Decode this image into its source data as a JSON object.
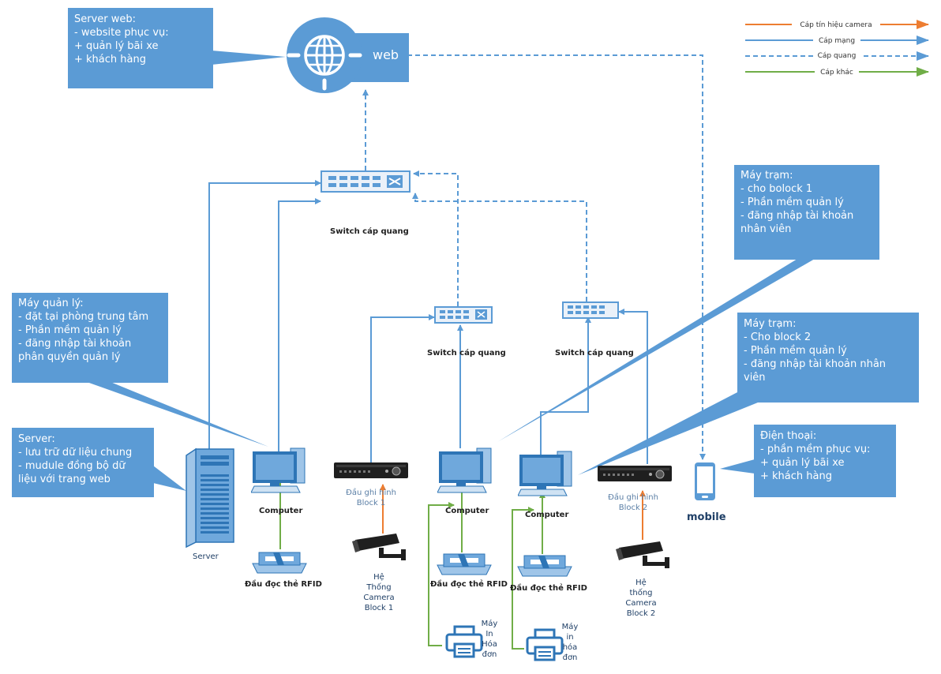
{
  "legend": {
    "camera": "Cáp tín hiệu camera",
    "network": "Cáp mạng",
    "fiber": "Cáp quang",
    "other": "Cáp khác"
  },
  "colors": {
    "callout": "#5b9bd5",
    "network": "#5b9bd5",
    "camera": "#ed7d31",
    "other": "#70ad47"
  },
  "web": {
    "label": "web"
  },
  "callouts": {
    "server_web": [
      "Server web:",
      "- website phục vụ:",
      "+  quản lý bãi xe",
      "+ khách hàng"
    ],
    "may_tram1": [
      "Máy trạm:",
      "- cho bolock 1",
      "- Phần mềm quản lý",
      "- đăng nhập tài khoản",
      "nhân viên"
    ],
    "may_quan_ly": [
      "Máy quản lý:",
      "- đặt tại phòng trung tâm",
      "- Phần mềm quản lý",
      "- đăng nhập tài khoản",
      "phân quyền quản lý"
    ],
    "may_tram2": [
      "Máy trạm:",
      "- Cho block 2",
      "- Phần mềm quản lý",
      "- đăng nhập tài khoản nhân",
      "viên"
    ],
    "server": [
      "Server:",
      "- lưu trữ dữ liệu chung",
      "- mudule đồng bộ dữ",
      "liệu với trang web"
    ],
    "dien_thoai": [
      "Điện thoại:",
      "- phần mềm phục vụ:",
      "+ quản lý bãi xe",
      "+ khách hàng"
    ]
  },
  "labels": {
    "switch_main": "Switch cáp quang",
    "switch_1": "Switch cáp quang",
    "switch_2": "Switch cáp quang",
    "server": "Server",
    "computer_1": "Computer",
    "computer_2": "Computer",
    "computer_3": "Computer",
    "mobile": "mobile",
    "dvr_1": [
      "Đầu ghi hình",
      "Block 1"
    ],
    "dvr_2": [
      "Đầu ghi hình",
      "Block 2"
    ],
    "rfid_1": "Đầu đọc thẻ RFID",
    "rfid_2": "Đầu đọc thẻ RFID",
    "rfid_3": "Đầu đọc thẻ RFID",
    "camera_1": [
      "Hệ",
      "Thống",
      "Camera",
      "Block 1"
    ],
    "camera_2": [
      "Hệ",
      "thống",
      "Camera",
      "Block 2"
    ],
    "printer_1": [
      "Máy",
      "In",
      "Hóa",
      "đơn"
    ],
    "printer_2": [
      "Máy",
      "in",
      "hóa",
      "đơn"
    ]
  }
}
